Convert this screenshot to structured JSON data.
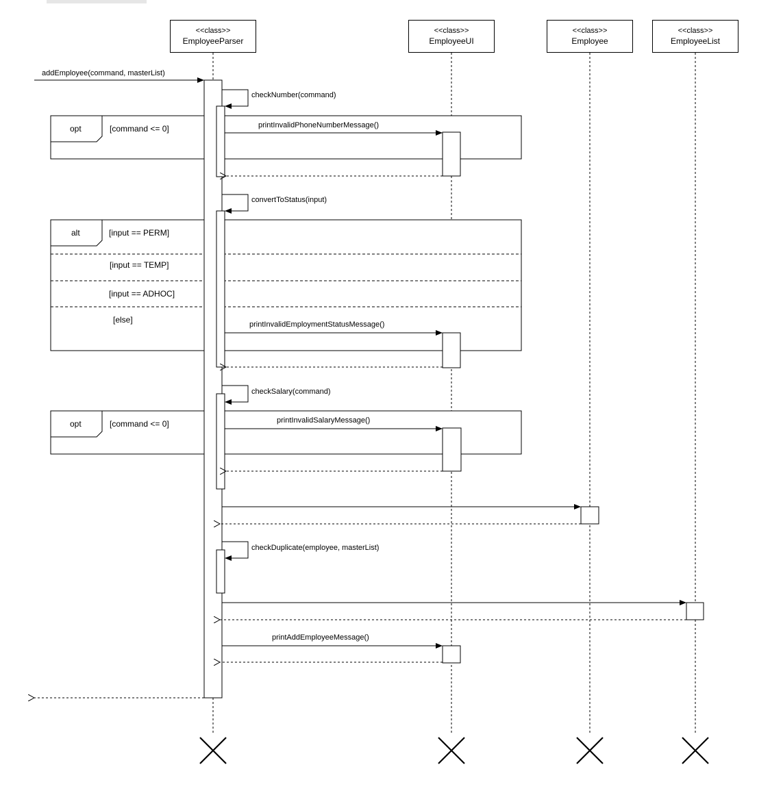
{
  "diagram_type": "sequence",
  "lifelines": [
    {
      "id": "parser",
      "stereotype": "<<class>>",
      "name": "EmployeeParser"
    },
    {
      "id": "ui",
      "stereotype": "<<class>>",
      "name": "EmployeeUI"
    },
    {
      "id": "employee",
      "stereotype": "<<class>>",
      "name": "Employee"
    },
    {
      "id": "list",
      "stereotype": "<<class>>",
      "name": "EmployeeList"
    }
  ],
  "messages": {
    "entry": "addEmployee(command, masterList)",
    "check_number": "checkNumber(command)",
    "print_invalid_phone": "printInvalidPhoneNumberMessage()",
    "convert_status": "convertToStatus(input)",
    "print_invalid_status": "printInvalidEmploymentStatusMessage()",
    "check_salary": "checkSalary(command)",
    "print_invalid_salary": "printInvalidSalaryMessage()",
    "check_duplicate": "checkDuplicate(employee, masterList)",
    "print_add": "printAddEmployeeMessage()"
  },
  "frames": {
    "opt1": {
      "operator": "opt",
      "guard": "[command <= 0]"
    },
    "alt": {
      "operator": "alt",
      "guards": [
        "[input == PERM]",
        "[input == TEMP]",
        "[input == ADHOC]",
        "[else]"
      ]
    },
    "opt2": {
      "operator": "opt",
      "guard": "[command <= 0]"
    }
  }
}
